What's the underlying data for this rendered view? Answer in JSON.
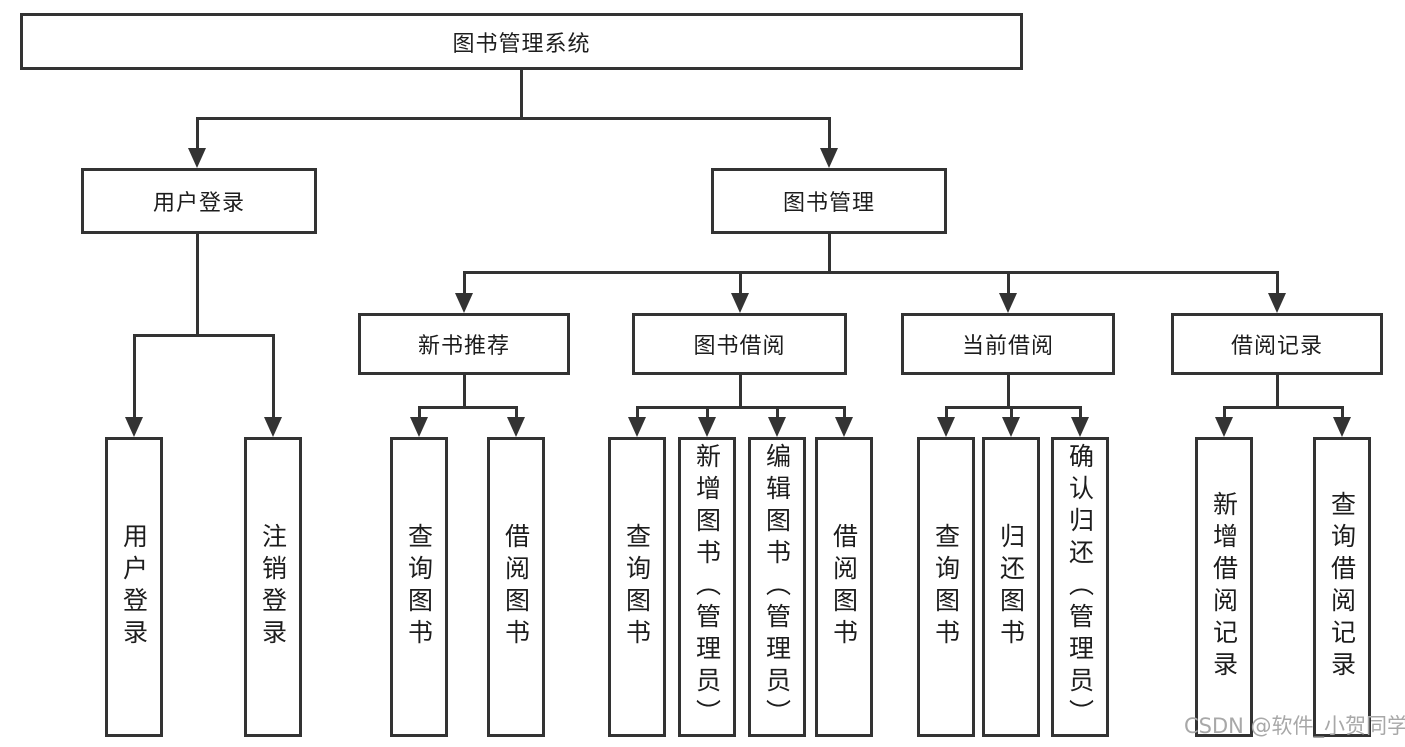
{
  "diagram": {
    "root": {
      "label": "图书管理系统"
    },
    "level2": [
      {
        "label": "用户登录"
      },
      {
        "label": "图书管理"
      }
    ],
    "level3": [
      {
        "label": "新书推荐"
      },
      {
        "label": "图书借阅"
      },
      {
        "label": "当前借阅"
      },
      {
        "label": "借阅记录"
      }
    ],
    "leaves": {
      "user_login": [
        "用户登录",
        "注销登录"
      ],
      "new_book_recommend": [
        "查询图书",
        "借阅图书"
      ],
      "book_borrow": [
        "查询图书",
        "新增图书（管理员）",
        "编辑图书（管理员）",
        "借阅图书"
      ],
      "current_borrow": [
        "查询图书",
        "归还图书",
        "确认归还（管理员）"
      ],
      "borrow_records": [
        "新增借阅记录",
        "查询借阅记录"
      ]
    },
    "watermark": "CSDN @软件_小贺同学",
    "colors": {
      "line": "#333333",
      "text": "#1d1d1d",
      "watermark": "#a8a8a8",
      "background": "#ffffff"
    }
  }
}
